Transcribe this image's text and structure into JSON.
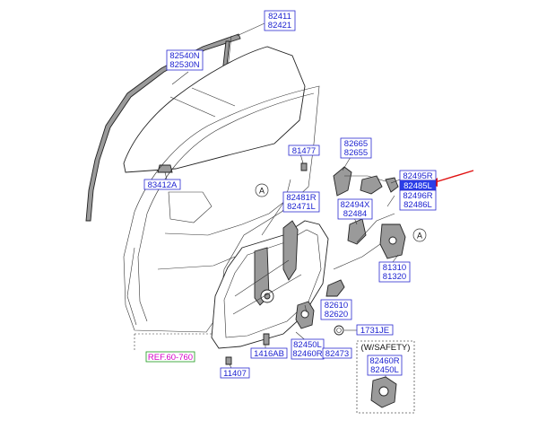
{
  "labels": {
    "glass_run_a": "82411",
    "glass_run_b": "82421",
    "glass_a": "82540N",
    "glass_b": "82530N",
    "clip": "83412A",
    "bolt_a": "81477",
    "rod_a": "82665",
    "rod_b": "82655",
    "cable_a": "82481R",
    "cable_b": "82471L",
    "rod_c": "82494X",
    "rod_d": "82484",
    "latch_rod_a": "82495R",
    "latch_rod_b": "82485L",
    "latch_rod_c": "82496R",
    "latch_rod_d": "82486L",
    "latch_a": "81310",
    "latch_b": "81320",
    "motor_a": "82610",
    "motor_b": "82620",
    "grommet": "1731JE",
    "screw": "1416AB",
    "regulator_a": "82450L",
    "regulator_b": "82460R",
    "bracket": "82473",
    "bolt_b": "11407",
    "ref": "REF.60-760",
    "safety_title": "(W/SAFETY)",
    "safety_a": "82460R",
    "safety_b": "82450L",
    "circle_a": "A"
  },
  "colors": {
    "label_text": "#1a1fd0",
    "label_border": "#2a2ad0",
    "highlight_fill": "#2a3ee8",
    "ref_text": "#d400c8",
    "ref_border": "#1a9a1a",
    "arrow": "#e01010"
  }
}
